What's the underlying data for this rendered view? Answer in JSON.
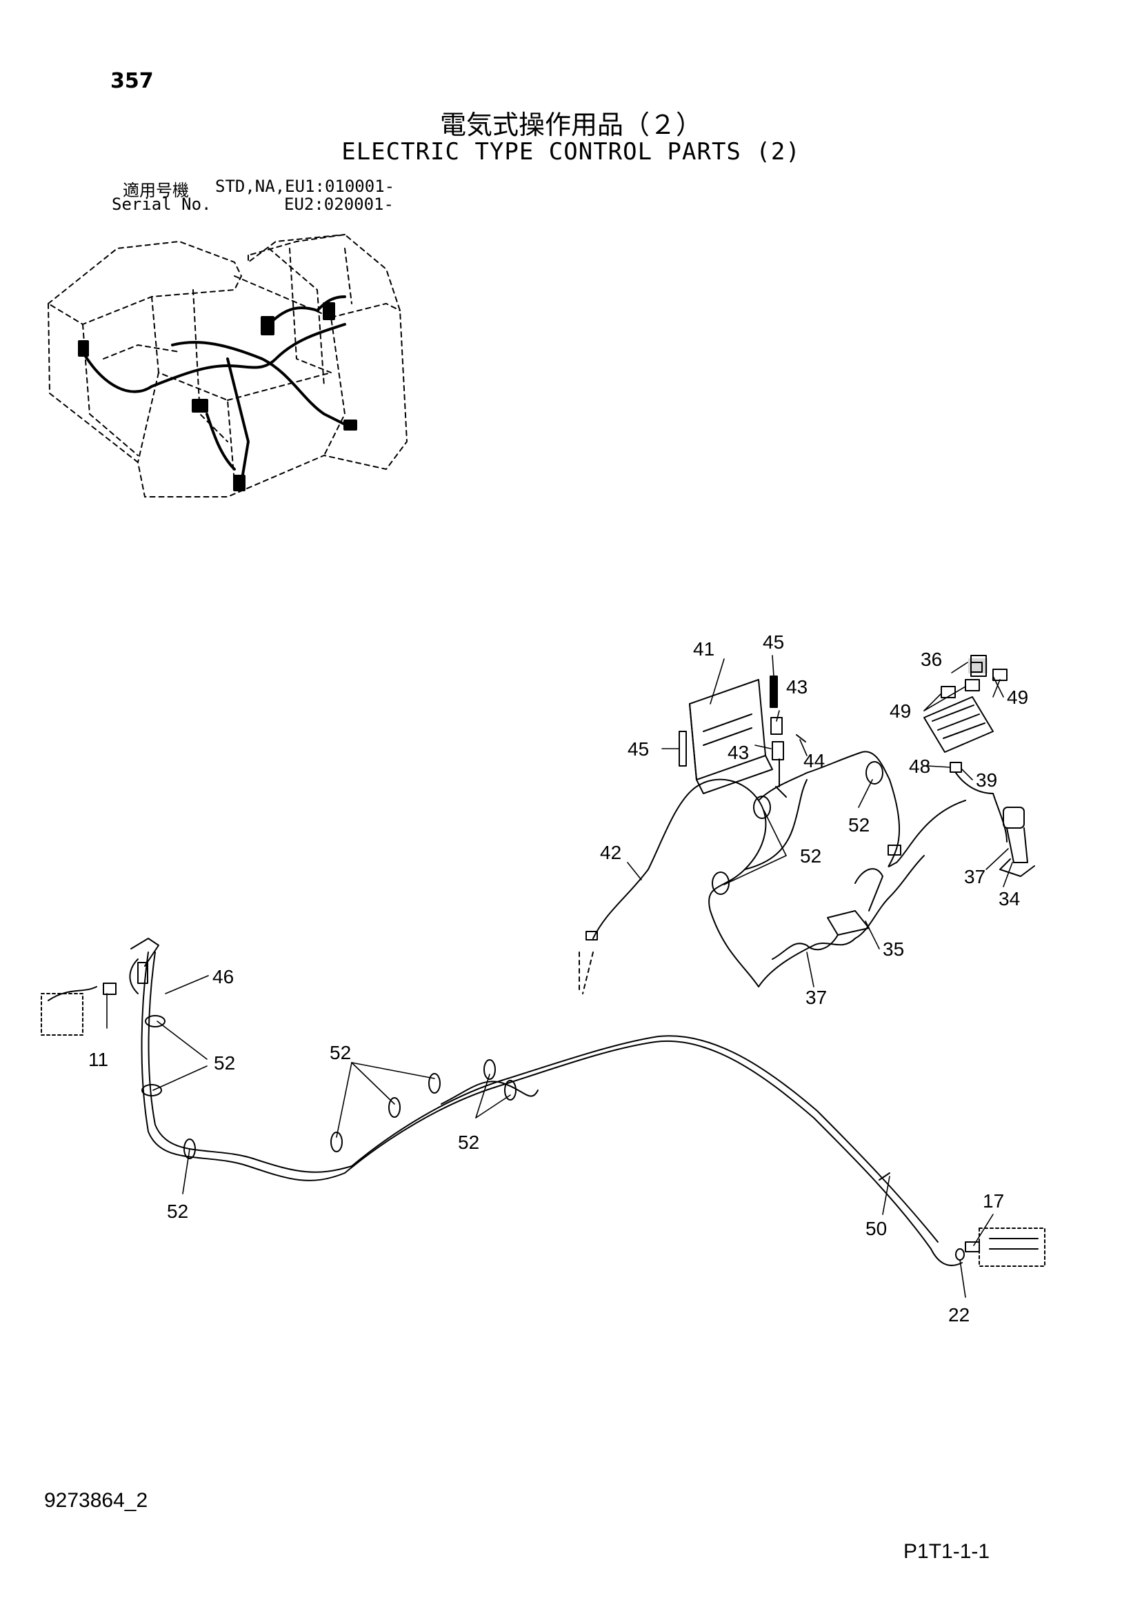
{
  "header": {
    "page_number": "357",
    "title_jp": "電気式操作用品（２）",
    "title_en": "ELECTRIC TYPE CONTROL PARTS (2)",
    "serial_label_jp": "適用号機",
    "serial_label_en": "Serial No.",
    "serial_line1": "STD,NA,EU1:010001-",
    "serial_line2": "EU2:020001-"
  },
  "callouts": {
    "c11": "11",
    "c17": "17",
    "c22": "22",
    "c34": "34",
    "c35": "35",
    "c36": "36",
    "c37a": "37",
    "c37b": "37",
    "c39": "39",
    "c41": "41",
    "c42": "42",
    "c43a": "43",
    "c43b": "43",
    "c44": "44",
    "c45a": "45",
    "c45b": "45",
    "c46": "46",
    "c48": "48",
    "c49a": "49",
    "c49b": "49",
    "c50": "50",
    "c52a": "52",
    "c52b": "52",
    "c52c": "52",
    "c52d": "52",
    "c52e": "52",
    "c52f": "52"
  },
  "footer": {
    "doc_number": "9273864_2",
    "page_code": "P1T1-1-1"
  }
}
